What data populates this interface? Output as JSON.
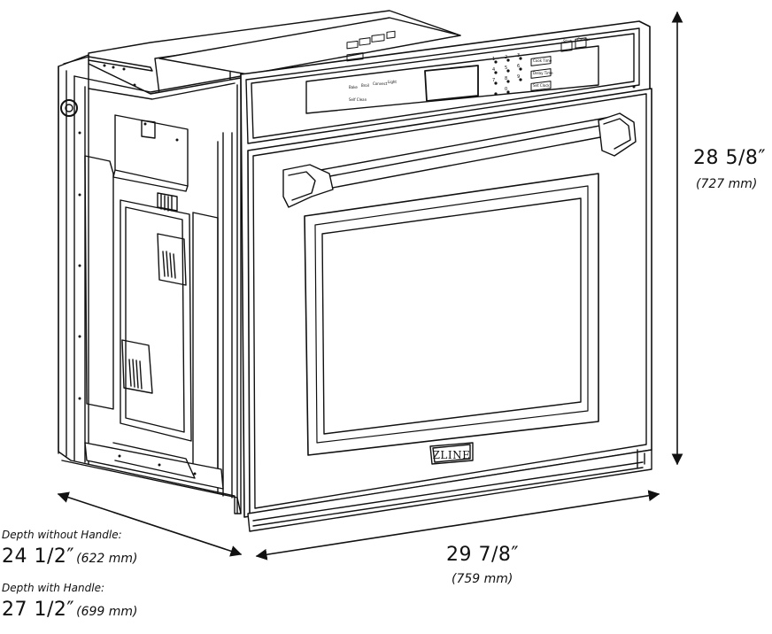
{
  "brand": "ZLINE",
  "dimensions": {
    "height": {
      "value": "28 5/8″",
      "mm": "(727 mm)"
    },
    "width": {
      "value": "29 7/8″",
      "mm": "(759 mm)"
    },
    "depth_without_handle": {
      "label": "Depth without Handle:",
      "value": "24 1/2″",
      "mm": "(622 mm)"
    },
    "depth_with_handle": {
      "label": "Depth with Handle:",
      "value": "27 1/2″",
      "mm": "(699 mm)"
    }
  },
  "control_panel": {
    "buttons_left": [
      "Bake",
      "Broil",
      "Convect",
      "Light",
      "Self Clean"
    ],
    "buttons_right": [
      "Cook Time",
      "Delay Time",
      "Set Clock"
    ],
    "buttons_top": [
      "Start",
      "Cancel"
    ],
    "keypad": [
      "1",
      "2",
      "3",
      "4",
      "5",
      "6",
      "7",
      "8",
      "9",
      "0"
    ]
  }
}
